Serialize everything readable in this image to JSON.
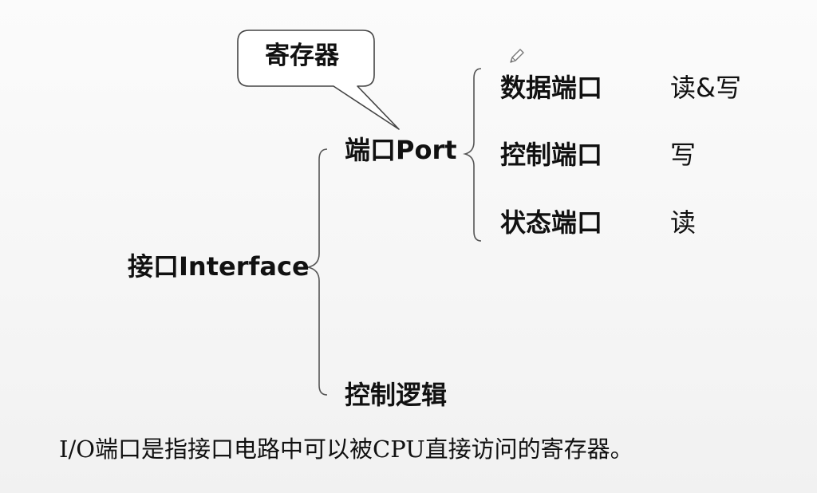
{
  "callout": {
    "label": "寄存器"
  },
  "root": {
    "label": "接口Interface"
  },
  "port": {
    "label": "端口Port"
  },
  "control_logic": {
    "label": "控制逻辑"
  },
  "ports": [
    {
      "name": "数据端口",
      "access": "读&写"
    },
    {
      "name": "控制端口",
      "access": "写"
    },
    {
      "name": "状态端口",
      "access": "读"
    }
  ],
  "caption": "I/O端口是指接口电路中可以被CPU直接访问的寄存器。",
  "icons": {
    "pen": "pen-icon"
  },
  "colors": {
    "line": "#555555",
    "text": "#111111"
  }
}
